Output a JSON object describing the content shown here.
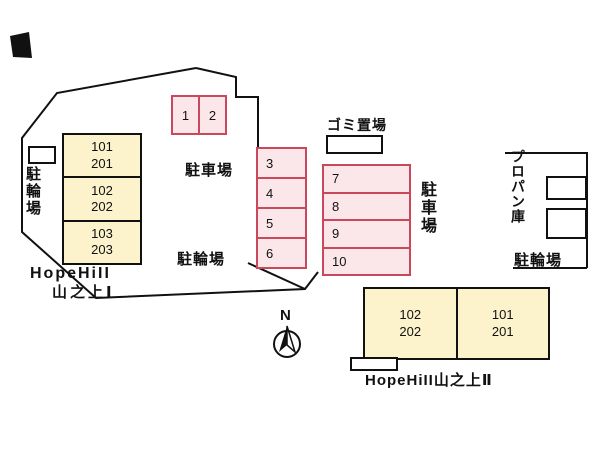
{
  "left_building": {
    "units": [
      "101\n201",
      "102\n202",
      "103\n203"
    ],
    "name_line1": "HopeHiII",
    "name_line2": "山之上Ⅰ"
  },
  "right_building": {
    "units": [
      "102\n202",
      "101\n201"
    ],
    "name": "HopeHiII山之上Ⅱ"
  },
  "parking": {
    "label": "駐車場",
    "top_spaces": [
      "1",
      "2"
    ],
    "mid_spaces": [
      "3",
      "4",
      "5",
      "6"
    ],
    "right_spaces": [
      "7",
      "8",
      "9",
      "10"
    ]
  },
  "facilities": {
    "bicycle_parking": "駐輪場",
    "garbage_area": "ゴミ置場",
    "propane_storage": "プロパン庫"
  },
  "compass": {
    "north": "N"
  },
  "colors": {
    "unit_fill": "#fcf3cc",
    "parking_fill": "#fbe7ea",
    "parking_border": "#c9485c",
    "boundary": "#111111"
  }
}
